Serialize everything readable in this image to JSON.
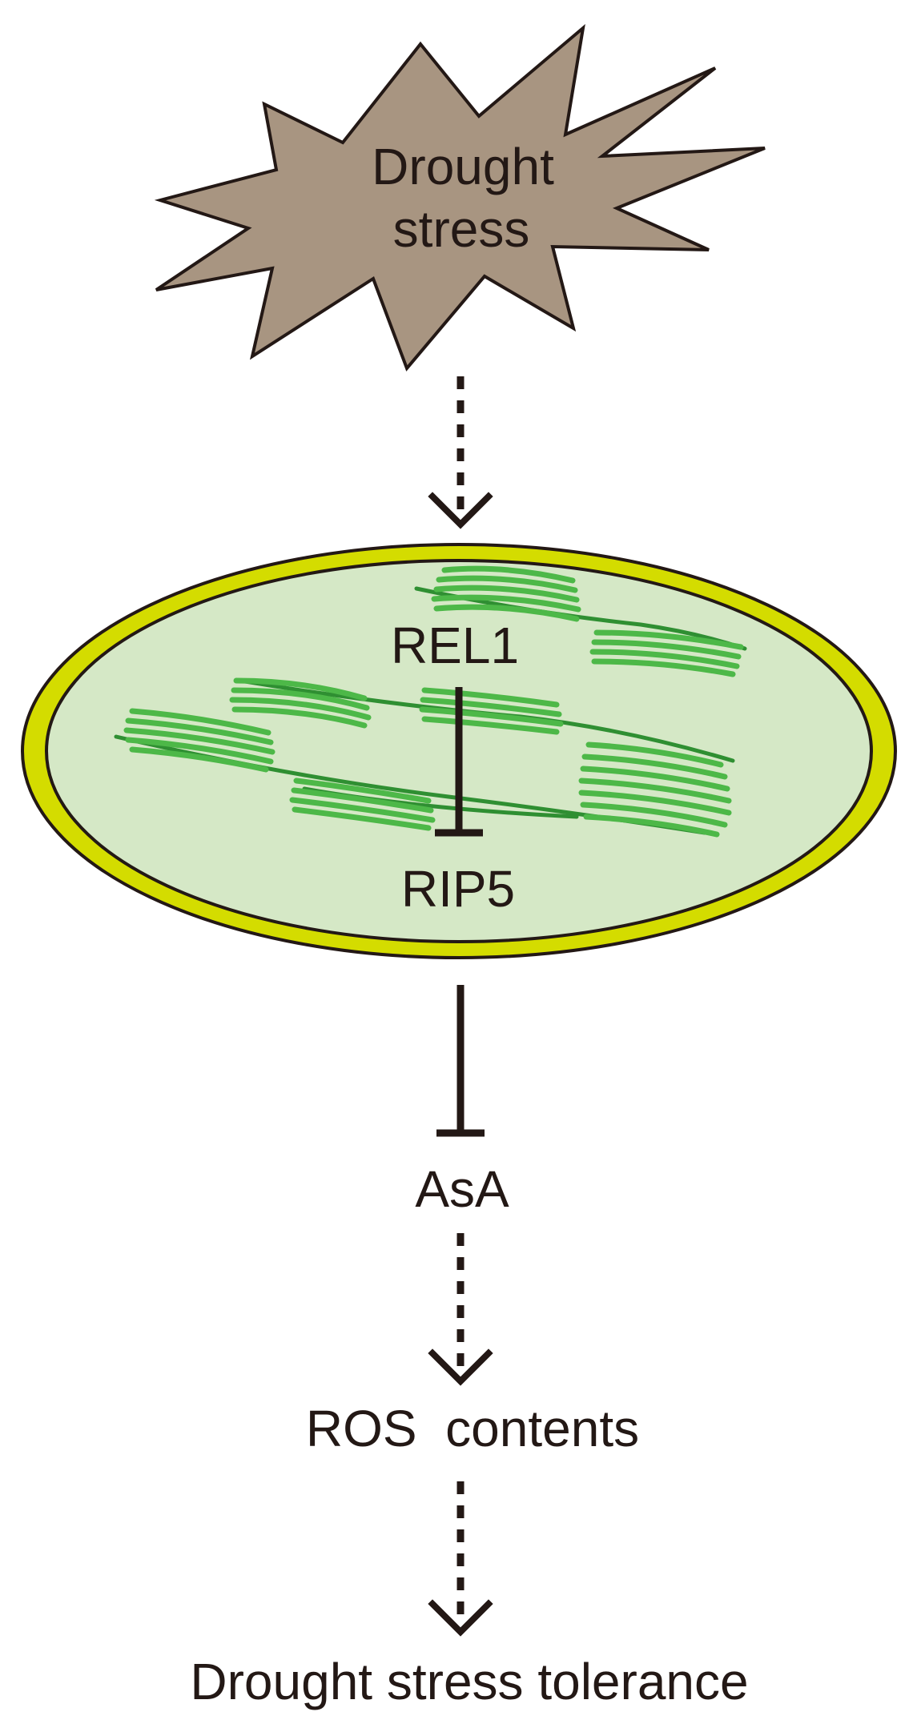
{
  "colors": {
    "star_fill": "#a89581",
    "outline": "#231815",
    "chloroplast_envelope": "#d4dc00",
    "chloroplast_stroma": "#d5e8c6",
    "thylakoid": "#4db848",
    "thylakoid_edge": "#2f8f32",
    "text": "#231815"
  },
  "nodes": {
    "stress": [
      "Drought",
      "stress"
    ],
    "rel1": "REL1",
    "rip5": "RIP5",
    "asa": "AsA",
    "ros": "ROS  contents",
    "tolerance": "Drought stress tolerance"
  },
  "edges": [
    {
      "from": "stress",
      "to": "chloroplast",
      "style": "dashed",
      "kind": "activation"
    },
    {
      "from": "rel1",
      "to": "rip5",
      "style": "solid",
      "kind": "inhibition"
    },
    {
      "from": "rip5",
      "to": "asa",
      "style": "solid",
      "kind": "inhibition"
    },
    {
      "from": "asa",
      "to": "ros",
      "style": "dashed",
      "kind": "activation"
    },
    {
      "from": "ros",
      "to": "tolerance",
      "style": "dashed",
      "kind": "activation"
    }
  ],
  "icons": {
    "stress_shape": "starburst-icon",
    "organelle": "chloroplast-icon"
  }
}
